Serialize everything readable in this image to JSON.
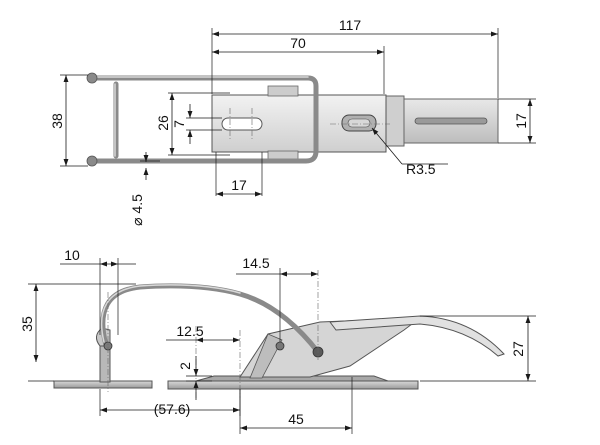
{
  "top_view": {
    "dims": {
      "overall_length": "117",
      "plate_length": "70",
      "wire_width": "38",
      "inner_width": "26",
      "slot_width": "7",
      "strike_width": "17",
      "hole_pitch": "17",
      "wire_dia": "⌀ 4.5",
      "slot_radius": "R3.5"
    }
  },
  "side_view": {
    "dims": {
      "hook_offset": "10",
      "height": "35",
      "pivot_offset": "14.5",
      "hinge_offset": "12.5",
      "base_thickness": "2",
      "strike_height": "27",
      "reach": "(57.6)",
      "base_length": "45"
    }
  },
  "colors": {
    "metal_light": "#e6e6e6",
    "metal_mid": "#c4c4c4",
    "metal_dark": "#8d8d8d",
    "line": "#1a1a1a"
  }
}
